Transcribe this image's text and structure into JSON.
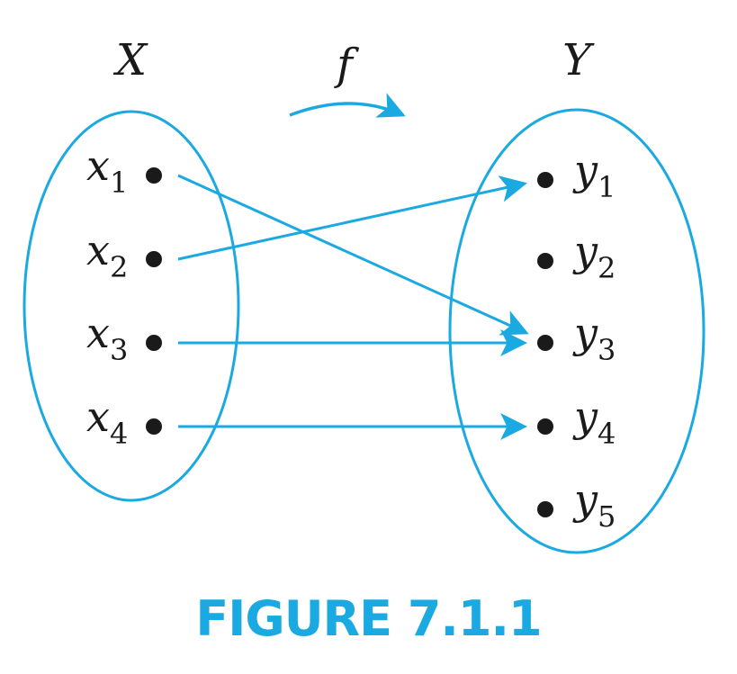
{
  "colors": {
    "accent": "#1ba9e1",
    "ink": "#1a1a1a"
  },
  "diagram": {
    "domain": {
      "name": "X",
      "elements": [
        {
          "base": "x",
          "sub": "1"
        },
        {
          "base": "x",
          "sub": "2"
        },
        {
          "base": "x",
          "sub": "3"
        },
        {
          "base": "x",
          "sub": "4"
        }
      ]
    },
    "codomain": {
      "name": "Y",
      "elements": [
        {
          "base": "y",
          "sub": "1"
        },
        {
          "base": "y",
          "sub": "2"
        },
        {
          "base": "y",
          "sub": "3"
        },
        {
          "base": "y",
          "sub": "4"
        },
        {
          "base": "y",
          "sub": "5"
        }
      ]
    },
    "function_name": "f",
    "mapping": [
      {
        "from": "x1",
        "to": "y3"
      },
      {
        "from": "x2",
        "to": "y1"
      },
      {
        "from": "x3",
        "to": "y3"
      },
      {
        "from": "x4",
        "to": "y4"
      }
    ]
  },
  "caption": "FIGURE 7.1.1"
}
